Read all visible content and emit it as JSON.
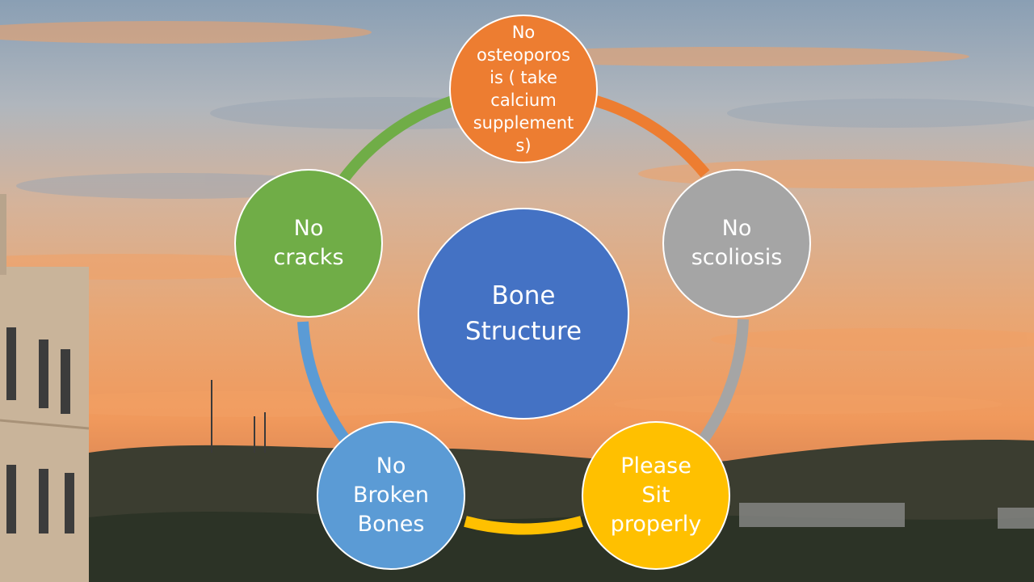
{
  "diagram": {
    "center": {
      "label": "Bone\nStructure",
      "color": "#4472C4"
    },
    "nodes": [
      {
        "id": "osteoporosis",
        "label": "No\nosteoporos\nis ( take\ncalcium\nsupplement\ns)",
        "color": "#ED7D31"
      },
      {
        "id": "scoliosis",
        "label": "No\nscoliosis",
        "color": "#A5A5A5"
      },
      {
        "id": "sit-properly",
        "label": "Please\nSit\nproperly",
        "color": "#FFC000"
      },
      {
        "id": "broken-bones",
        "label": "No\nBroken\nBones",
        "color": "#5B9BD5"
      },
      {
        "id": "cracks",
        "label": "No\ncracks",
        "color": "#70AD47"
      }
    ]
  }
}
